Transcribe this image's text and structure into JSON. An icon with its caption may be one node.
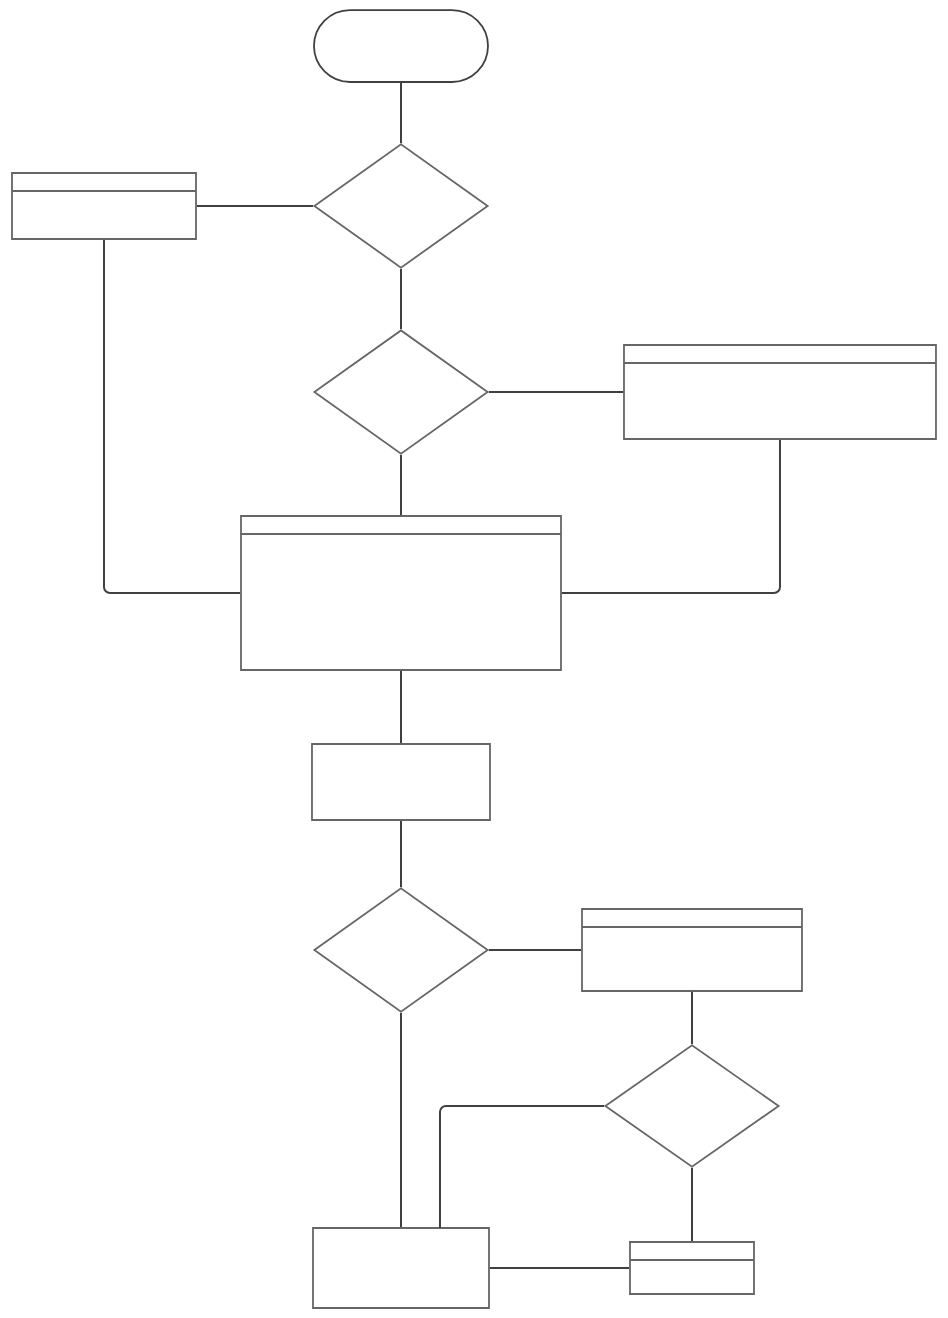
{
  "diagram": {
    "nodes": [
      {
        "text": [],
        "shape": "capsule"
      },
      {
        "text": [],
        "shape": "diamond"
      },
      {
        "text": [],
        "shape": "box"
      },
      {
        "text": [],
        "shape": "diamond"
      },
      {
        "text": [],
        "shape": "box"
      },
      {
        "text": [],
        "shape": "box"
      },
      {
        "text": [],
        "shape": "box"
      },
      {
        "text": [],
        "shape": "diamond"
      },
      {
        "text": [],
        "shape": "box"
      },
      {
        "text": [],
        "shape": "diamond"
      },
      {
        "text": [],
        "shape": "box"
      },
      {
        "text": [],
        "shape": "box"
      }
    ],
    "edges": [
      {
        "from": 0,
        "to": 1,
        "arrow": "none"
      },
      {
        "from": 1,
        "to": 2,
        "arrow": "none"
      },
      {
        "from": 1,
        "to": 3,
        "arrow": "none"
      },
      {
        "from": 3,
        "to": 4,
        "arrow": "none"
      },
      {
        "from": 2,
        "to": 5,
        "arrow": "none"
      },
      {
        "from": 4,
        "to": 5,
        "arrow": "none"
      },
      {
        "from": 3,
        "to": 5,
        "arrow": "none"
      },
      {
        "from": 5,
        "to": 6,
        "arrow": "none"
      },
      {
        "from": 6,
        "to": 7,
        "arrow": "none"
      },
      {
        "from": 7,
        "to": 8,
        "arrow": "none"
      },
      {
        "from": 8,
        "to": 9,
        "arrow": "none"
      },
      {
        "from": 7,
        "to": 10,
        "arrow": "none"
      },
      {
        "from": 9,
        "to": 10,
        "arrow": "none"
      },
      {
        "from": 9,
        "to": 11,
        "arrow": "none"
      },
      {
        "from": 10,
        "to": 11,
        "arrow": "none"
      }
    ]
  }
}
